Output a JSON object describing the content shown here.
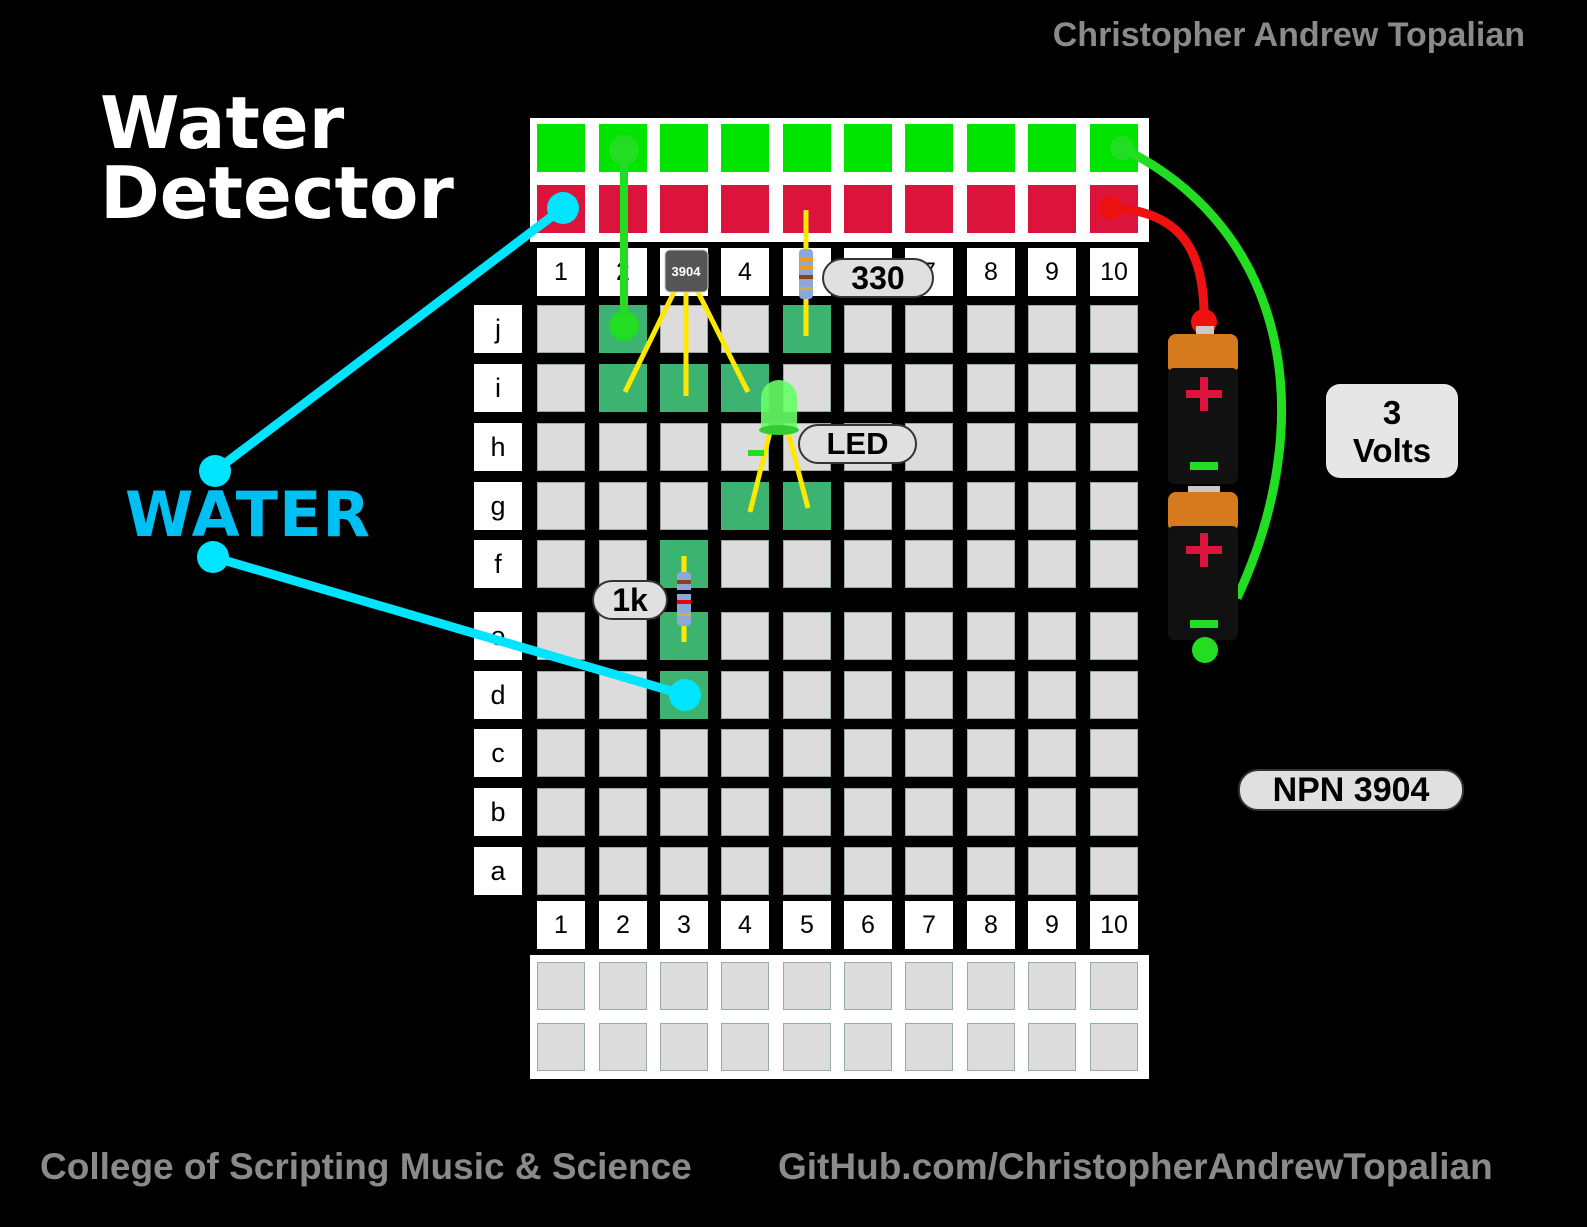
{
  "author": "Christopher Andrew Topalian",
  "title_line1": "Water",
  "title_line2": "Detector",
  "water_label": "WATER",
  "footer_left": "College of Scripting Music & Science",
  "footer_right": "GitHub.com/ChristopherAndrewTopalian",
  "column_numbers": [
    "1",
    "2",
    "3",
    "4",
    "5",
    "6",
    "7",
    "8",
    "9",
    "10"
  ],
  "row_letters": [
    "j",
    "i",
    "h",
    "g",
    "f",
    "e",
    "d",
    "c",
    "b",
    "a"
  ],
  "labels": {
    "resistor_330": "330",
    "led": "LED",
    "resistor_1k": "1k",
    "transistor_chip": "3904",
    "volts_line1": "3",
    "volts_line2": "Volts",
    "npn": "NPN 3904"
  },
  "colors": {
    "positive_rail": "#00e400",
    "negative_rail": "#dc143c",
    "highlight_hole": "#3cb371",
    "water_wire": "#00e5ff",
    "water_text": "#00bff3",
    "green_wire": "#22dd22",
    "red_wire": "#ee1111",
    "resistor_leg": "#ffe800"
  }
}
